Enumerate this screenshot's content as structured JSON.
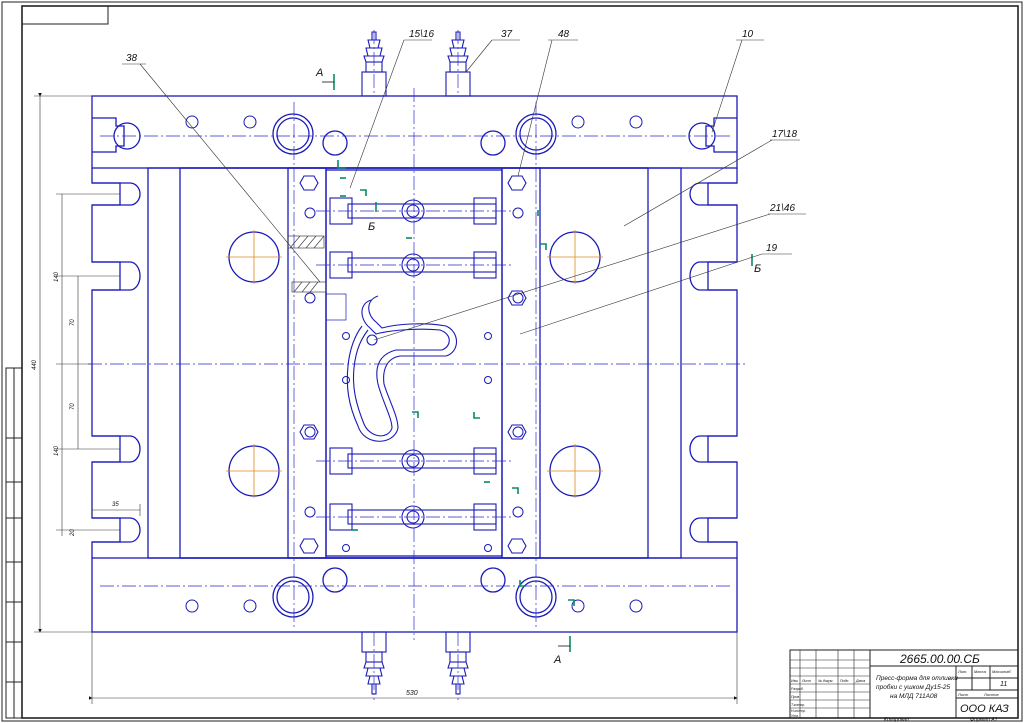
{
  "leaders": {
    "l38": "38",
    "l1516": "15\\16",
    "l37": "37",
    "l48": "48",
    "l10": "10",
    "l1718": "17\\18",
    "l2146": "21\\46",
    "l19": "19"
  },
  "sections": {
    "a_top": "А",
    "a_bottom": "А",
    "b_left": "Б",
    "b_right": "Б"
  },
  "dimensions": {
    "d440": "440",
    "d140a": "140",
    "d70a": "70",
    "d70b": "70",
    "d140b": "140",
    "d35": "35",
    "d20": "20",
    "d530": "530"
  },
  "title_block": {
    "designation": "2665.00.00.СБ",
    "name_line1": "Пресс-форма для отливки",
    "name_line2": "пробки с ушком Ду15-25",
    "name_line3": "на МЛД 711А08",
    "sheet_count": "11",
    "company": "ООО КАЗ",
    "copied": "Копировал",
    "format": "Формат  А1",
    "col_izm": "Изм.",
    "col_list": "Лист",
    "col_doc": "№ докум.",
    "col_sign": "Подп.",
    "col_date": "Дата",
    "row_razrab": "Разраб.",
    "row_prov": "Пров.",
    "row_tkontr": "Т.контр.",
    "row_nkontr": "Н.контр.",
    "row_utv": "Утв.",
    "lit": "Лит.",
    "mass": "Масса",
    "scale": "Масштаб",
    "list": "Лист",
    "lists": "Листов"
  },
  "colors": {
    "line": "#1a1ab8",
    "axis": "#2a2ad0",
    "section": "#0a8a6a",
    "frame": "#222222",
    "text": "#111111"
  }
}
